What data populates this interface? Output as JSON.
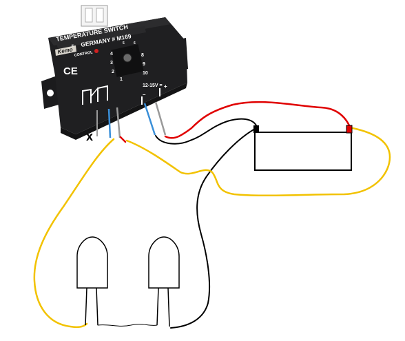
{
  "module": {
    "title": "TEMPERATURE SWITCH",
    "brand": "Kemo",
    "registered_mark": "®",
    "origin": "GERMANY # M169",
    "control_label": "CONTROL",
    "ce_mark": "CE",
    "dial_numbers": [
      "4",
      "5",
      "6",
      "3",
      "8",
      "9",
      "2",
      "10",
      "1"
    ],
    "voltage": "12-15V =",
    "polarity_minus": "–",
    "polarity_plus": "+",
    "terminal_marker": "x",
    "colors": {
      "body": "#1f1f21",
      "label_panel": "#d8d4cc",
      "text": "#ffffff"
    }
  },
  "wire_colors": {
    "red": "#e00000",
    "black": "#000000",
    "yellow": "#f2c200",
    "blue": "#3a8fd8"
  },
  "components": [
    {
      "name": "battery"
    },
    {
      "name": "lamp-left"
    },
    {
      "name": "lamp-right"
    }
  ]
}
